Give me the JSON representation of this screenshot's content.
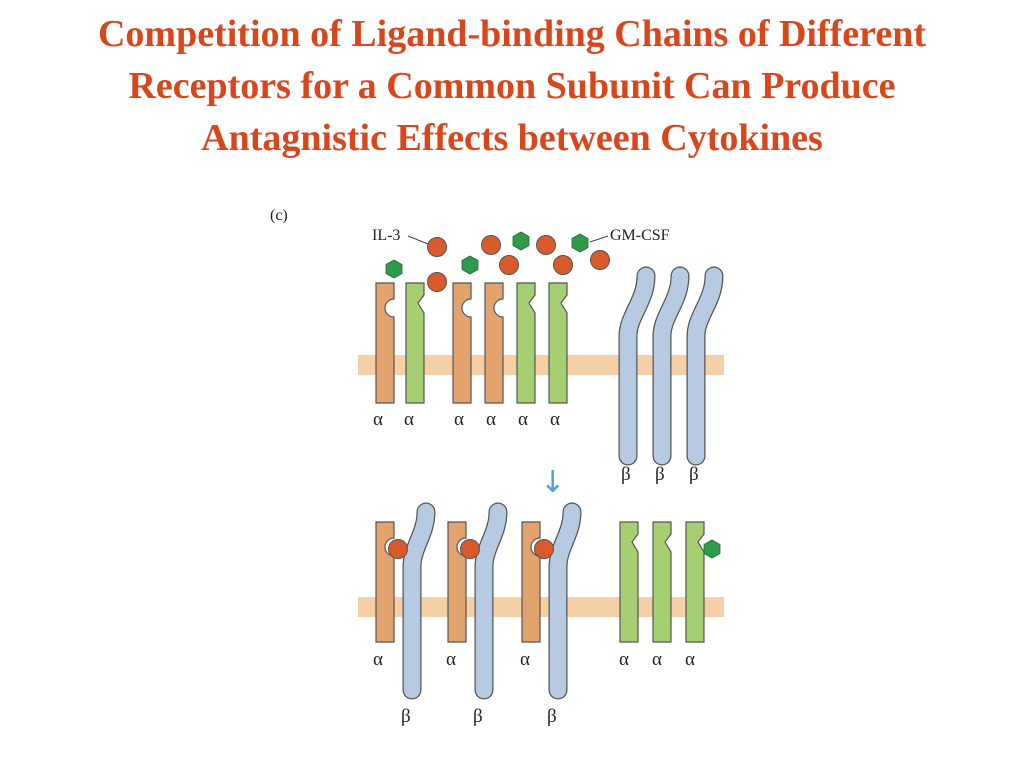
{
  "title_lines": [
    "Competition of Ligand-binding Chains of Different",
    "Receptors for a Common Subunit Can Produce",
    "Antagnistic Effects between Cytokines"
  ],
  "panel_label": "(c)",
  "ligands": {
    "il3": "IL-3",
    "gmcsf": "GM-CSF"
  },
  "top_labels": {
    "alpha": [
      "α",
      "α",
      "α",
      "α",
      "α",
      "α"
    ],
    "beta": [
      "β",
      "β",
      "β"
    ]
  },
  "bottom_labels": {
    "alpha": [
      "α",
      "α",
      "α",
      "α",
      "α",
      "α"
    ],
    "beta": [
      "β",
      "β",
      "β"
    ]
  },
  "arrow": "↓",
  "colors": {
    "title": "#d8461b",
    "il3_alpha": "#e2a36e",
    "gmcsf_alpha": "#a6cf72",
    "beta": "#b6cbe2",
    "membrane": "#f5d0a6",
    "il3": "#d95a2b",
    "gmcsf": "#2f9a4a",
    "arrow": "#4aa3dc",
    "outline": "#555555"
  }
}
